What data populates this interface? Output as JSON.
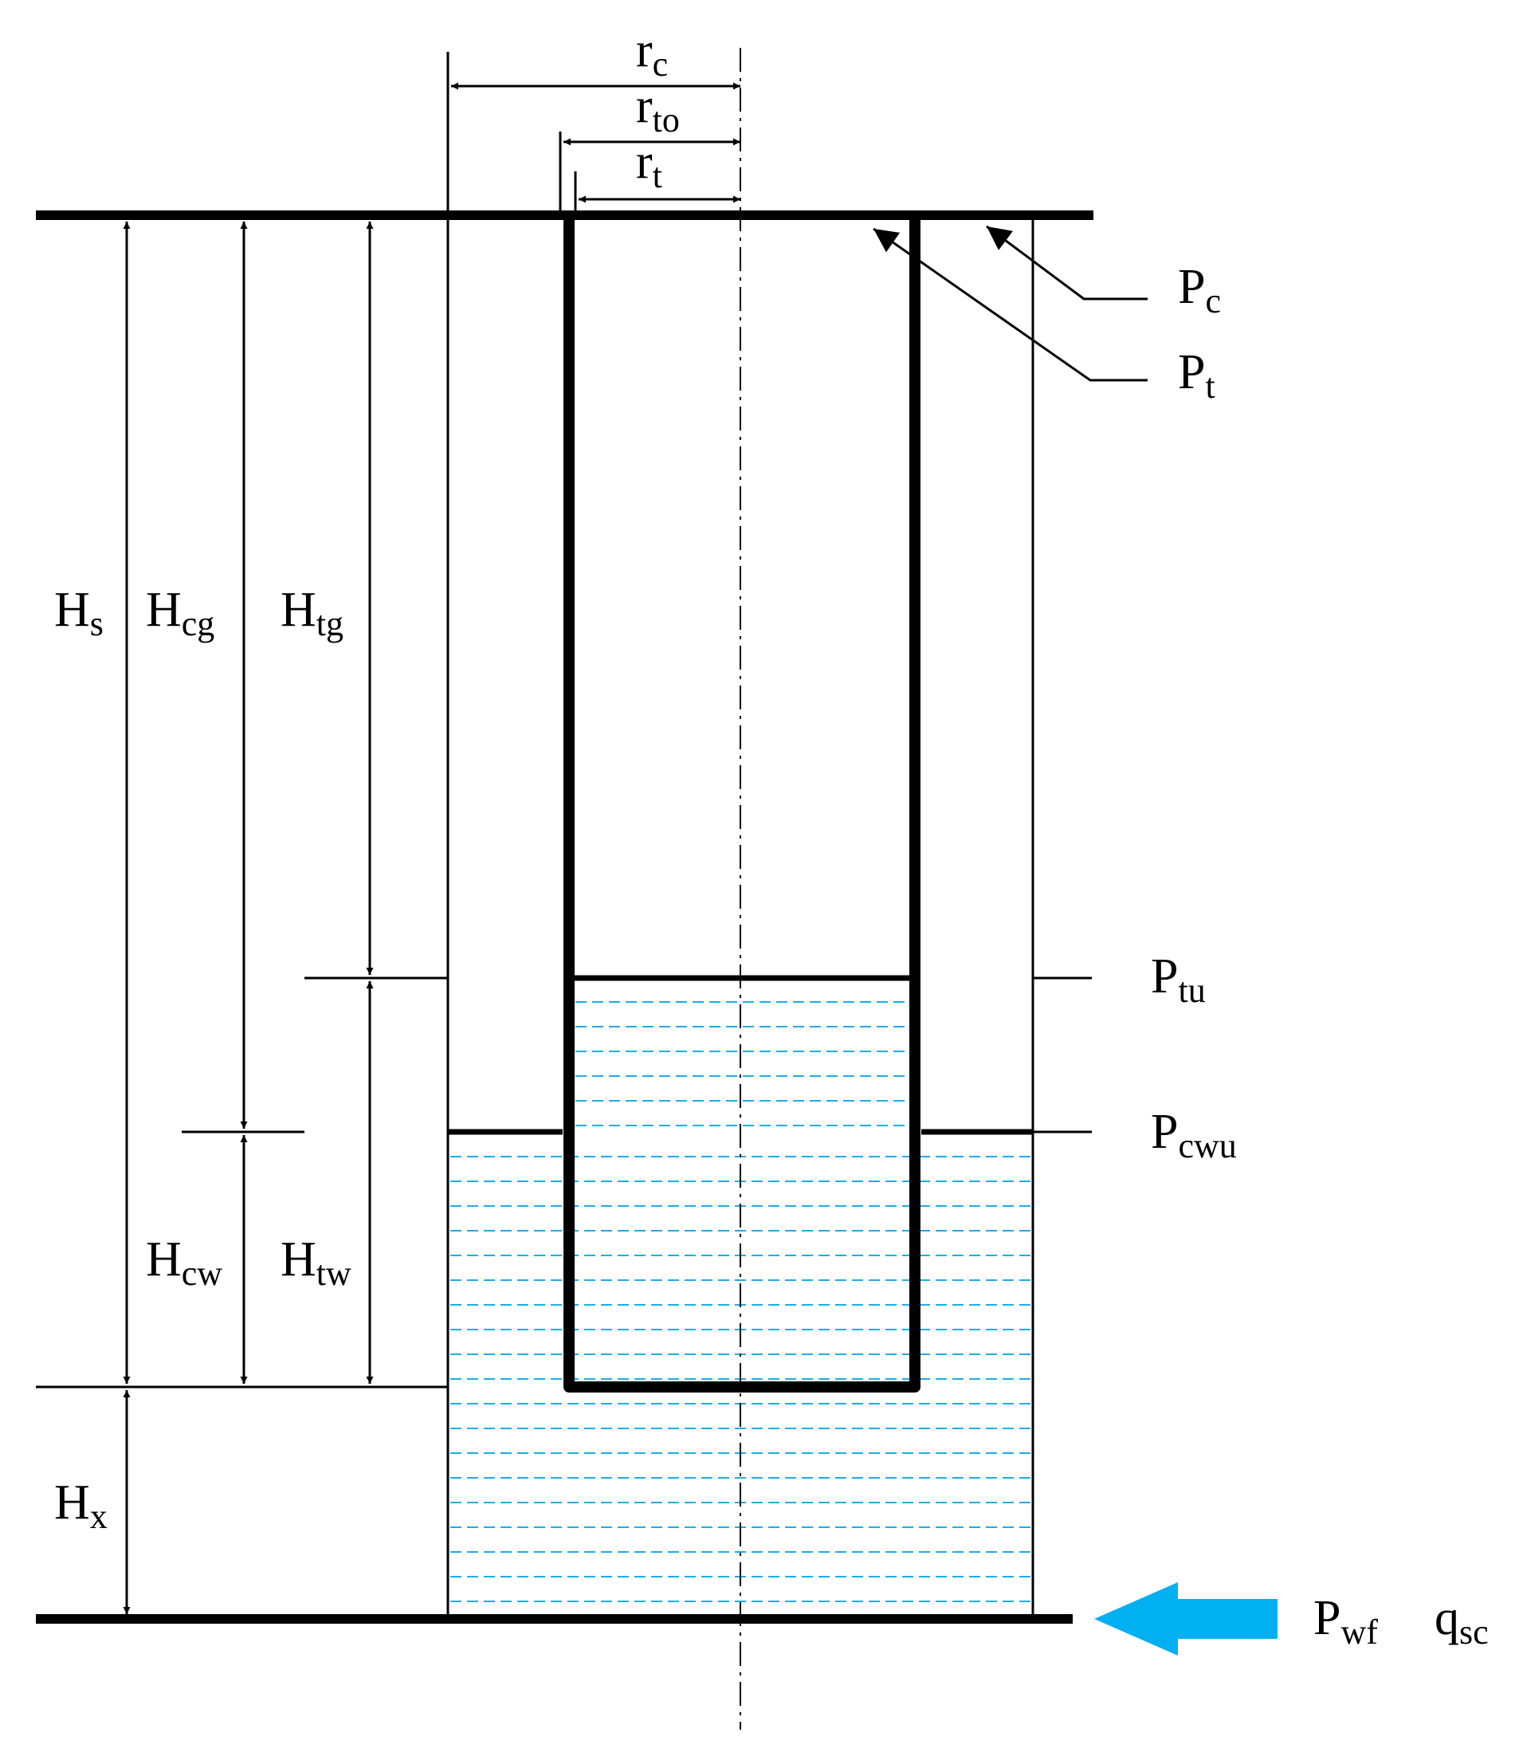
{
  "colors": {
    "line": "#000000",
    "water": "#1aaee8",
    "arrow": "#00b0f0",
    "background": "#ffffff"
  },
  "labels": {
    "rc": {
      "main": "r",
      "sub": "c"
    },
    "rto": {
      "main": "r",
      "sub": "to"
    },
    "rt": {
      "main": "r",
      "sub": "t"
    },
    "Pc": {
      "main": "P",
      "sub": "c"
    },
    "Pt": {
      "main": "P",
      "sub": "t"
    },
    "Hs": {
      "main": "H",
      "sub": "s"
    },
    "Hcg": {
      "main": "H",
      "sub": "cg"
    },
    "Htg": {
      "main": "H",
      "sub": "tg"
    },
    "Ptu": {
      "main": "P",
      "sub": "tu"
    },
    "Pcwu": {
      "main": "P",
      "sub": "cwu"
    },
    "Hcw": {
      "main": "H",
      "sub": "cw"
    },
    "Htw": {
      "main": "H",
      "sub": "tw"
    },
    "Hx": {
      "main": "H",
      "sub": "x"
    },
    "Pwf": {
      "main": "P",
      "sub": "wf"
    },
    "qsc": {
      "main": "q",
      "sub": "sc"
    }
  },
  "icons": {
    "inflow": "inflow-arrow-icon"
  }
}
